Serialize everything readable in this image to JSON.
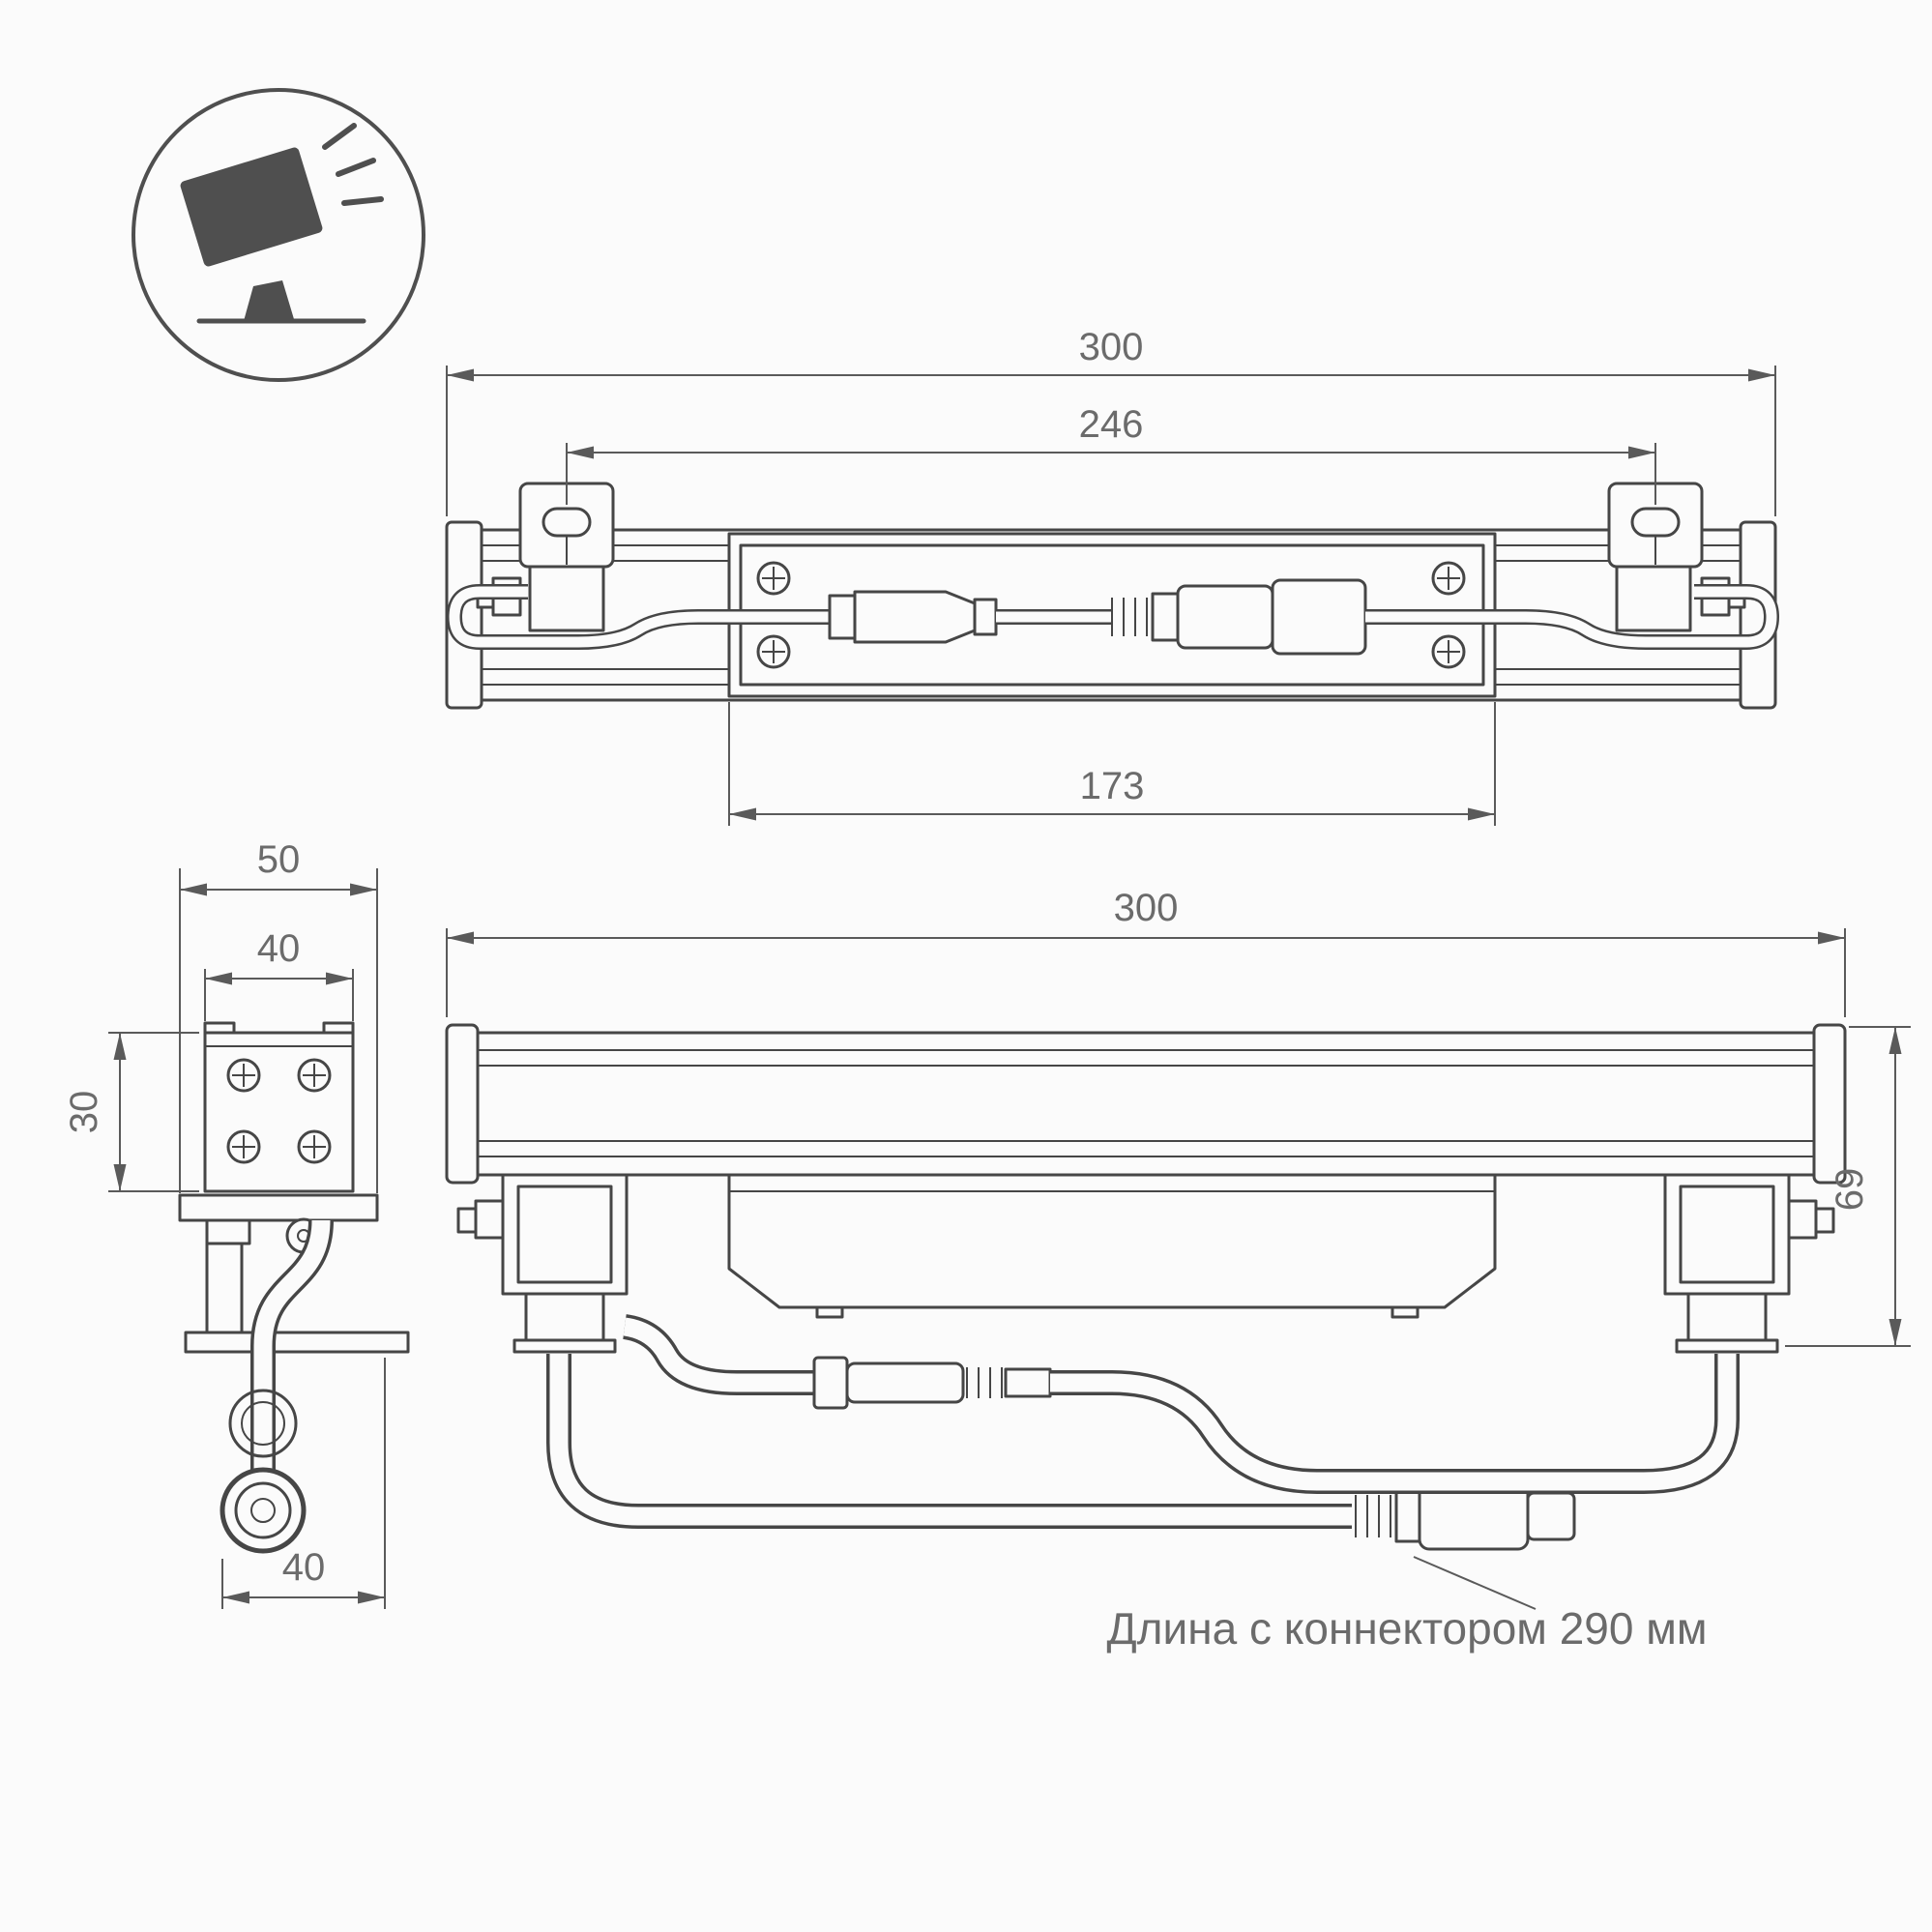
{
  "icon": {
    "name": "ground-spotlight"
  },
  "views": {
    "top": {
      "dim_overall": "300",
      "dim_bracket_span": "246",
      "dim_module": "173"
    },
    "end": {
      "dim_outer_width": "50",
      "dim_body_width": "40",
      "dim_body_height": "30",
      "dim_bottom": "40"
    },
    "side": {
      "dim_length": "300",
      "dim_height": "69"
    }
  },
  "note": {
    "text": "Длина с коннектором 290 мм"
  },
  "colors": {
    "line": "#464646",
    "dimension": "#5a5a5a",
    "label": "#6b6b6b",
    "background": "#fbfbfb"
  }
}
